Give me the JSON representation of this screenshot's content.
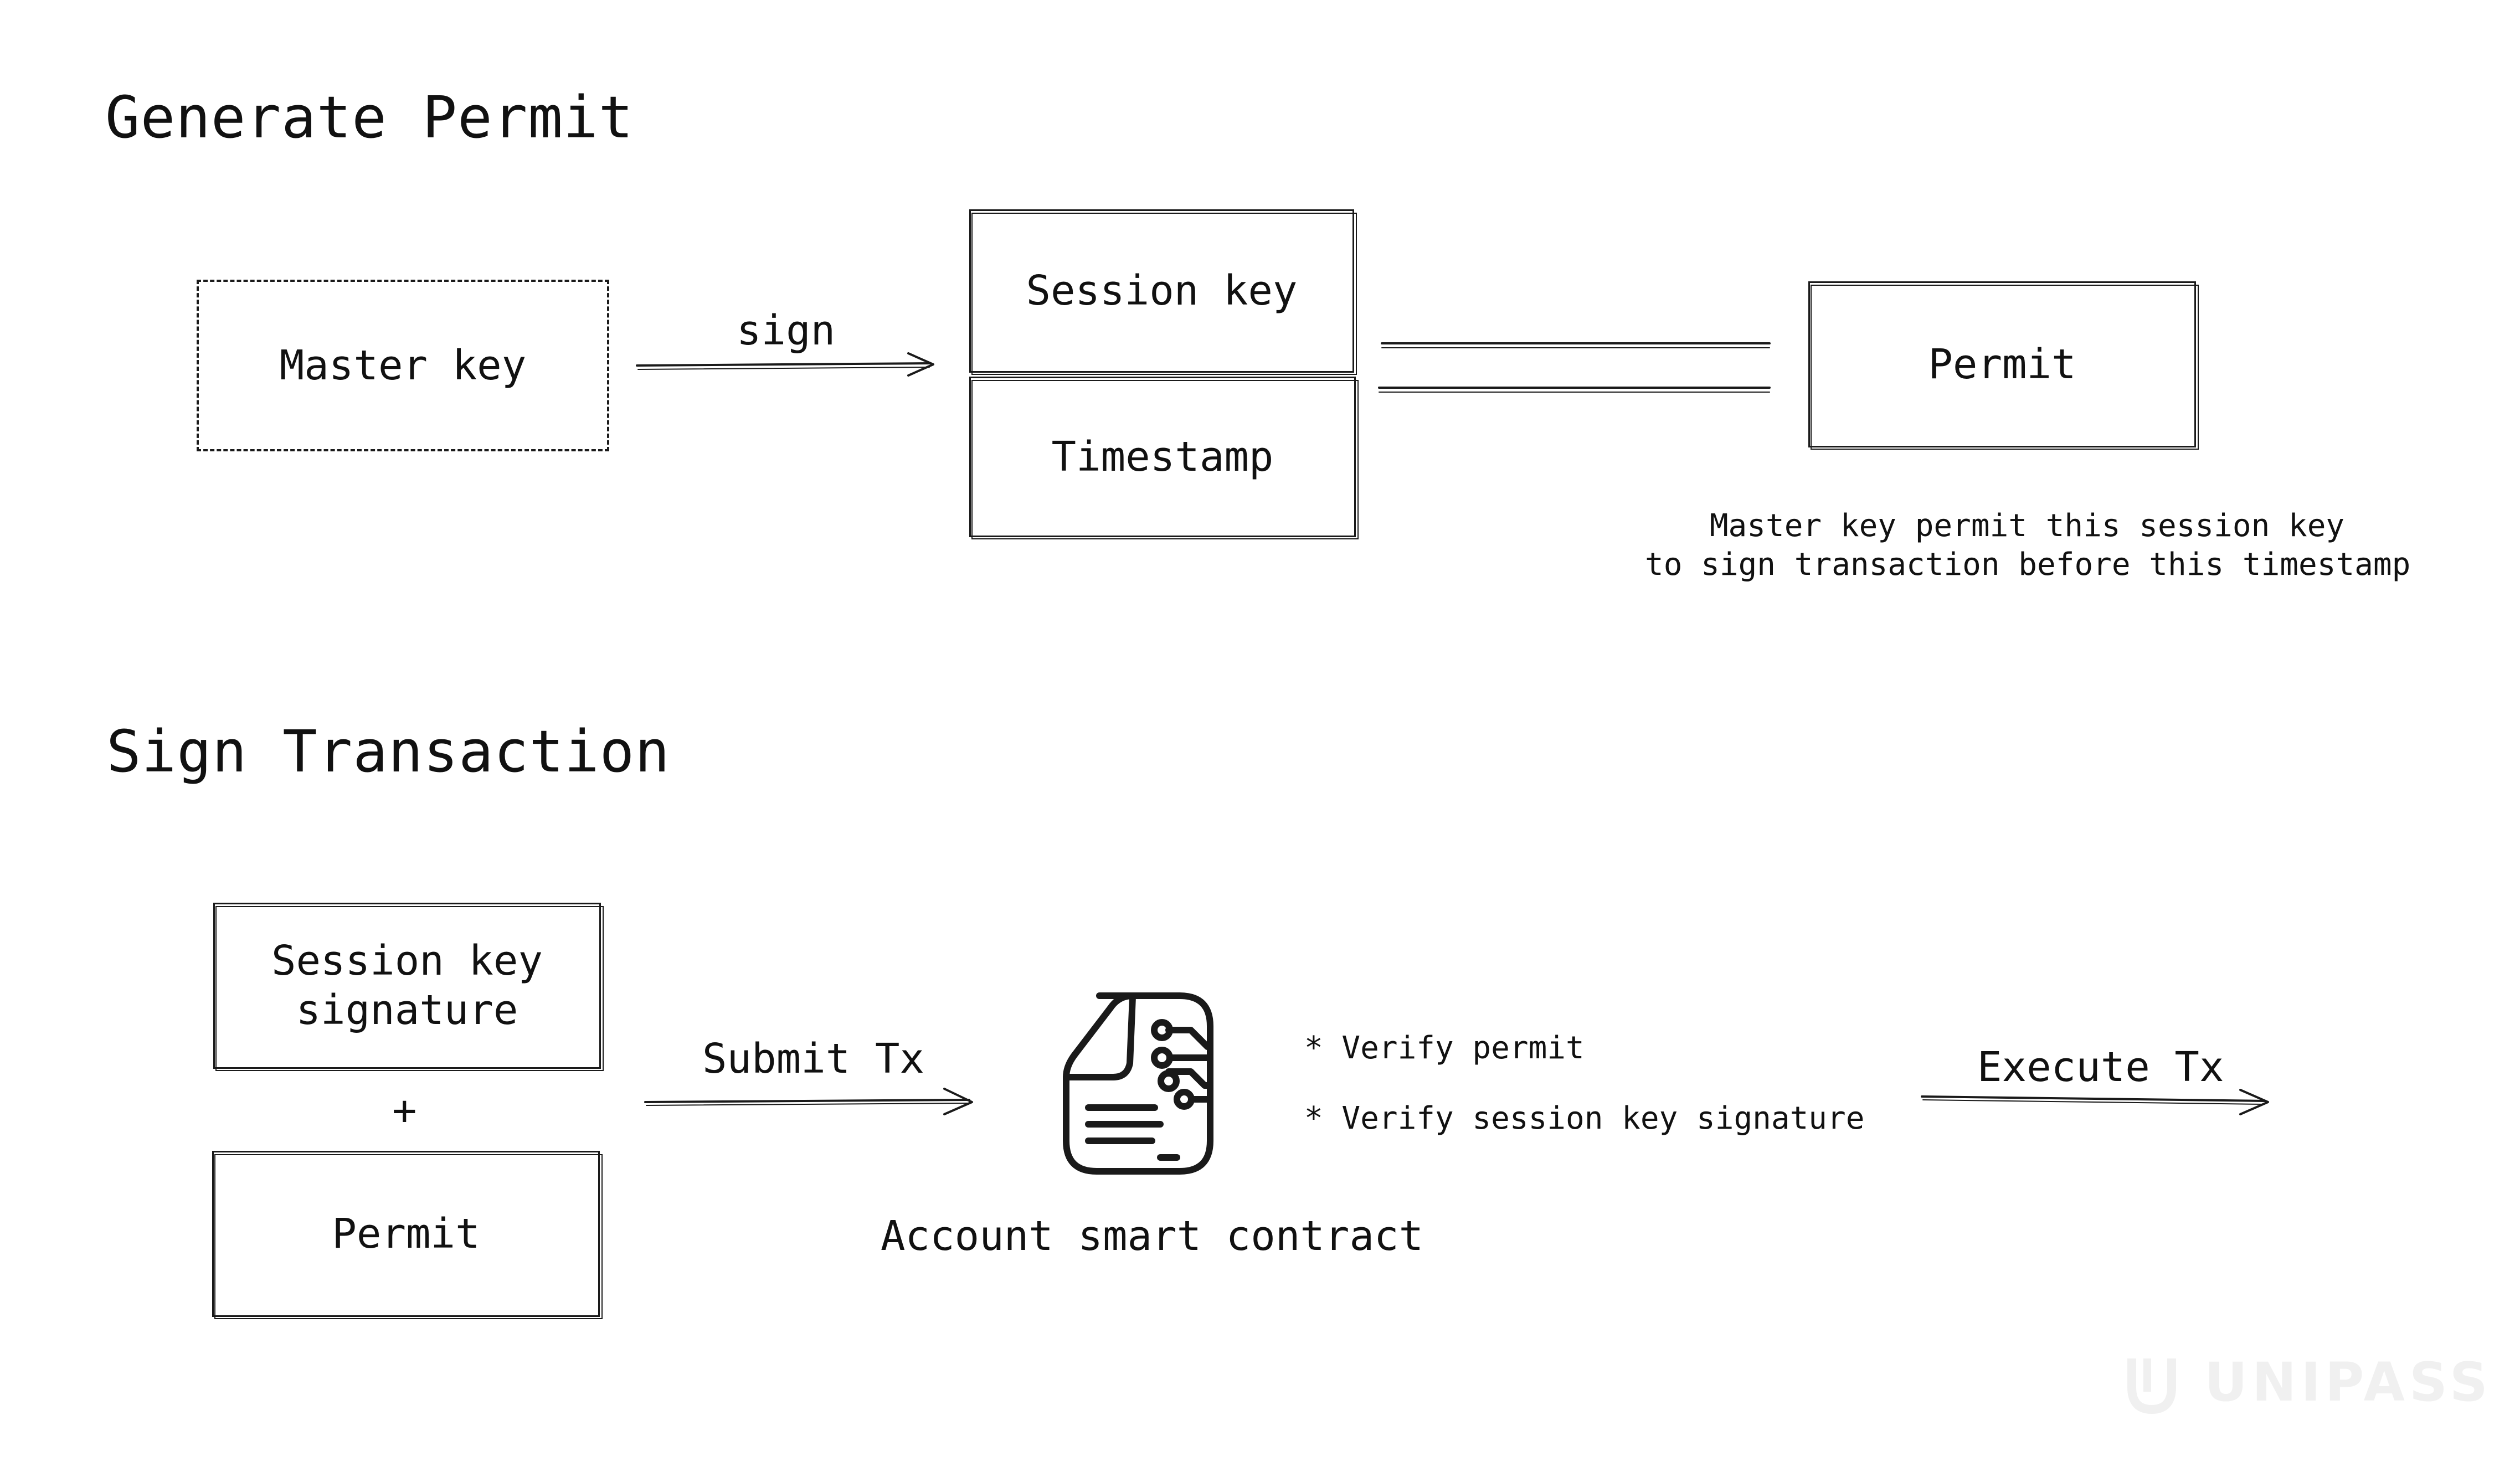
{
  "sections": {
    "generate_permit": "Generate Permit",
    "sign_transaction": "Sign Transaction"
  },
  "generate": {
    "master_key": "Master key",
    "sign_label": "sign",
    "session_key": "Session key",
    "timestamp": "Timestamp",
    "permit": "Permit",
    "note_line1": "Master key permit this session key",
    "note_line2": "to sign transaction before this timestamp"
  },
  "sign": {
    "session_key_sig_line1": "Session key",
    "session_key_sig_line2": "signature",
    "plus": "+",
    "permit": "Permit",
    "submit_label": "Submit Tx",
    "contract_icon": "document-circuit-icon",
    "contract_label": "Account smart contract",
    "verify_permit": "* Verify permit",
    "verify_sig": "* Verify session key signature",
    "execute_label": "Execute Tx"
  },
  "watermark": "UNIPASS",
  "colors": {
    "stroke": "#1a1a1a",
    "watermark": "#f0f0f0",
    "background": "#ffffff"
  }
}
